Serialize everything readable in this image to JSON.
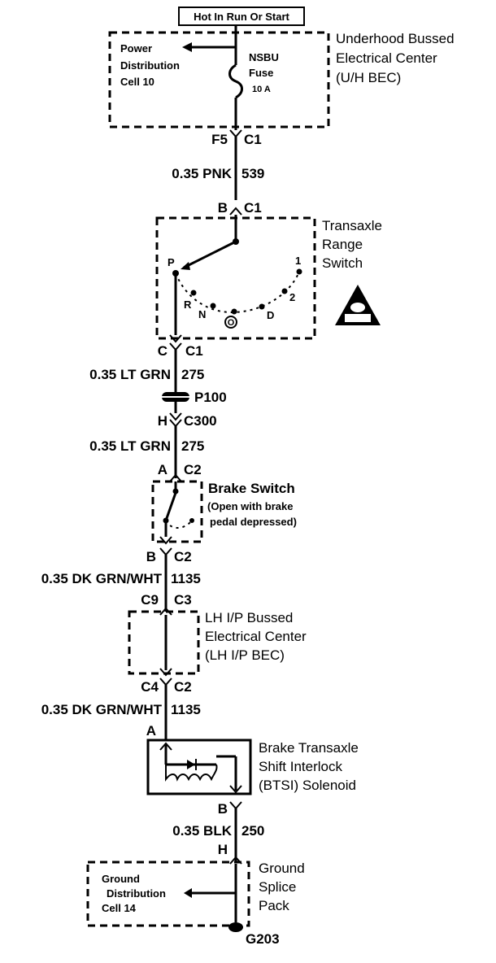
{
  "header": {
    "power_label": "Hot In Run Or Start"
  },
  "bec": {
    "title_lines": [
      "Underhood Bussed",
      "Electrical Center",
      "(U/H BEC)"
    ],
    "pdc_lines": [
      "Power",
      "Distribution",
      "Cell 10"
    ],
    "fuse_lines": [
      "NSBU",
      "Fuse",
      "10 A"
    ]
  },
  "connectors": {
    "c1_top_left": "F5",
    "c1_top_right": "C1",
    "trs_in_left": "B",
    "trs_in_right": "C1",
    "trs_out_left": "C",
    "trs_out_right": "C1",
    "p100": "P100",
    "c300_left": "H",
    "c300_right": "C300",
    "brake_in_left": "A",
    "brake_in_right": "C2",
    "brake_out_left": "B",
    "brake_out_right": "C2",
    "lhbec_in_left": "C9",
    "lhbec_in_right": "C3",
    "lhbec_out_left": "C4",
    "lhbec_out_right": "C2",
    "btsi_in": "A",
    "btsi_out": "B",
    "ground_in": "H",
    "ground_point": "G203"
  },
  "wires": [
    {
      "gauge_color": "0.35 PNK",
      "circuit": "539"
    },
    {
      "gauge_color": "0.35 LT GRN",
      "circuit": "275"
    },
    {
      "gauge_color": "0.35 LT GRN",
      "circuit": "275"
    },
    {
      "gauge_color": "0.35 DK GRN/WHT",
      "circuit": "1135"
    },
    {
      "gauge_color": "0.35 DK GRN/WHT",
      "circuit": "1135"
    },
    {
      "gauge_color": "0.35 BLK",
      "circuit": "250"
    }
  ],
  "range_switch": {
    "title_lines": [
      "Transaxle",
      "Range",
      "Switch"
    ],
    "positions": {
      "p": "P",
      "r": "R",
      "n": "N",
      "o": "O",
      "d": "D",
      "two": "2",
      "one": "1"
    },
    "warning_icon": "esd-warning-triangle-icon"
  },
  "brake_switch": {
    "title": "Brake Switch",
    "note_lines": [
      "(Open with brake",
      "pedal depressed)"
    ]
  },
  "lh_bec": {
    "title_lines": [
      "LH I/P Bussed",
      "Electrical Center",
      "(LH I/P BEC)"
    ]
  },
  "btsi": {
    "title_lines": [
      "Brake Transaxle",
      "Shift Interlock",
      "(BTSI) Solenoid"
    ]
  },
  "ground_splice": {
    "title_lines": [
      "Ground",
      "Splice",
      "Pack"
    ],
    "cell_lines": [
      "Ground",
      "Distribution",
      "Cell 14"
    ]
  }
}
